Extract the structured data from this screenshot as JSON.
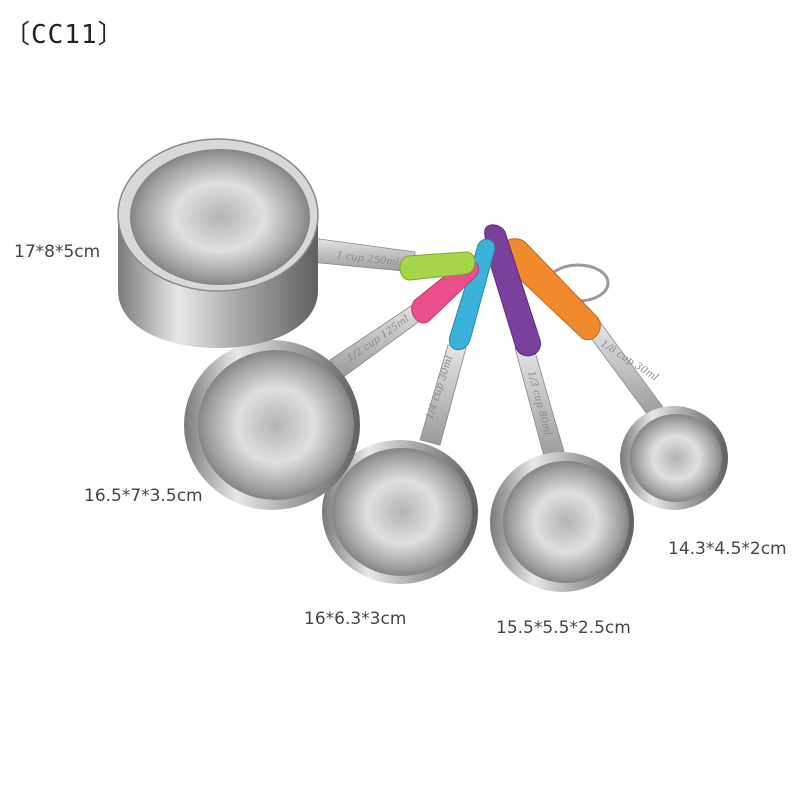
{
  "product_code": "〔CC11〕",
  "dimensions": [
    {
      "id": "cup-1",
      "label": "17*8*5cm"
    },
    {
      "id": "cup-2",
      "label": "16.5*7*3.5cm"
    },
    {
      "id": "cup-3",
      "label": "16*6.3*3cm"
    },
    {
      "id": "cup-4",
      "label": "15.5*5.5*2.5cm"
    },
    {
      "id": "cup-5",
      "label": "14.3*4.5*2cm"
    }
  ],
  "engravings": {
    "cup_1": "1 cup 250ml",
    "cup_2": "1/2 cup 125ml",
    "cup_3": "1/4 cup 30ml",
    "cup_4": "1/3 cup 80ml",
    "cup_5": "1/8 cup 30ml"
  },
  "colors": {
    "handle_green": "#a6d64a",
    "handle_pink": "#ec4d8d",
    "handle_blue": "#3ab2dc",
    "handle_purple": "#7b3f9e",
    "handle_orange": "#f08a2c",
    "steel": "#c8c8c8"
  }
}
